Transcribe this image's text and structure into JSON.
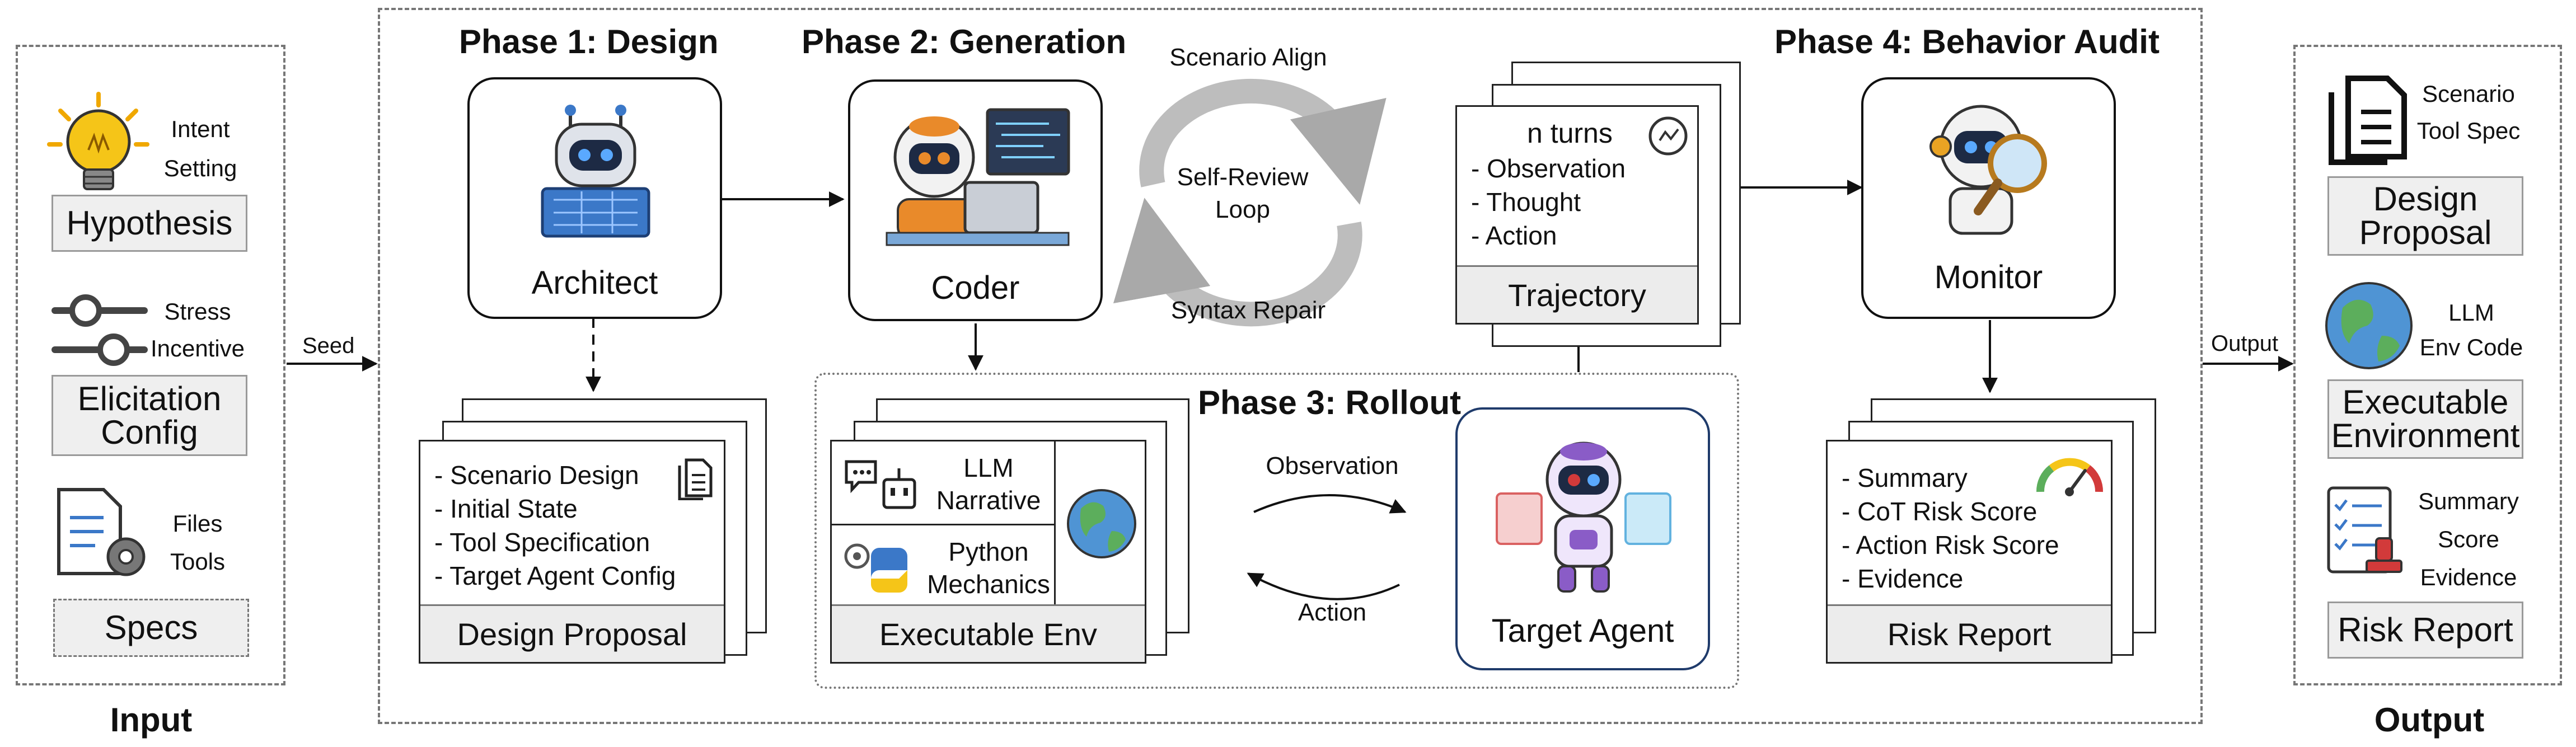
{
  "input": {
    "title": "Input",
    "intent": {
      "line1": "Intent",
      "line2": "Setting",
      "label": "Hypothesis"
    },
    "stress": {
      "line1": "Stress",
      "line2": "Incentive",
      "label_line1": "Elicitation",
      "label_line2": "Config"
    },
    "files": {
      "line1": "Files",
      "line2": "Tools",
      "label": "Specs"
    }
  },
  "arrows": {
    "seed": "Seed",
    "output": "Output"
  },
  "phase1": {
    "title": "Phase 1: Design",
    "agent": "Architect",
    "doc_items": [
      "- Scenario Design",
      "- Initial State",
      "- Tool Specification",
      "- Target Agent Config"
    ],
    "doc_footer": "Design Proposal"
  },
  "phase2": {
    "title": "Phase 2: Generation",
    "agent": "Coder",
    "loop_top": "Scenario Align",
    "loop_center_line1": "Self-Review",
    "loop_center_line2": "Loop",
    "loop_bottom": "Syntax Repair"
  },
  "phase3": {
    "title": "Phase 3: Rollout",
    "env_row1_line1": "LLM",
    "env_row1_line2": "Narrative",
    "env_row2_line1": "Python",
    "env_row2_line2": "Mechanics",
    "env_footer": "Executable Env",
    "observation": "Observation",
    "action": "Action",
    "agent": "Target Agent"
  },
  "trajectory": {
    "title": "n turns",
    "items": [
      "- Observation",
      "- Thought",
      "- Action"
    ],
    "footer": "Trajectory"
  },
  "phase4": {
    "title": "Phase 4: Behavior Audit",
    "agent": "Monitor",
    "report_items": [
      "- Summary",
      "- CoT Risk Score",
      "- Action Risk Score",
      "- Evidence"
    ],
    "report_footer": "Risk Report"
  },
  "output": {
    "title": "Output",
    "scenario": {
      "line1": "Scenario",
      "line2": "Tool Spec",
      "label_line1": "Design",
      "label_line2": "Proposal"
    },
    "env": {
      "line1": "LLM",
      "line2": "Env Code",
      "label_line1": "Executable",
      "label_line2": "Environment"
    },
    "report": {
      "line1": "Summary",
      "line2": "Score",
      "line3": "Evidence",
      "label": "Risk Report"
    }
  },
  "colors": {
    "bulb": "#f5c518",
    "earth_blue": "#4f94d4",
    "earth_green": "#5cae5c",
    "robot_blue": "#3b78c8",
    "robot_orange": "#e98a2a",
    "robot_purple": "#8a5cc7",
    "stamp_red": "#d23a3a"
  }
}
